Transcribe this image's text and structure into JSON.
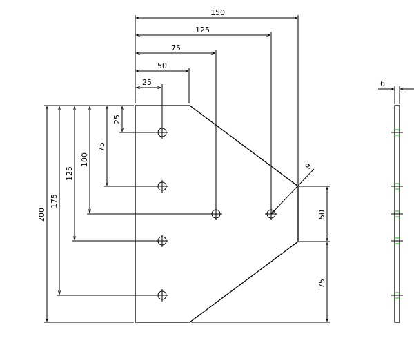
{
  "drawing": {
    "top_dims": [
      "150",
      "125",
      "75",
      "50",
      "25"
    ],
    "left_dims": [
      "200",
      "175",
      "125",
      "100",
      "75",
      "25"
    ],
    "right_dims": [
      "50",
      "75"
    ],
    "hole_dim": "9",
    "thickness_dim": "6"
  },
  "colors": {
    "line": "#000000",
    "accent": "#22aa22",
    "background": "#ffffff"
  }
}
